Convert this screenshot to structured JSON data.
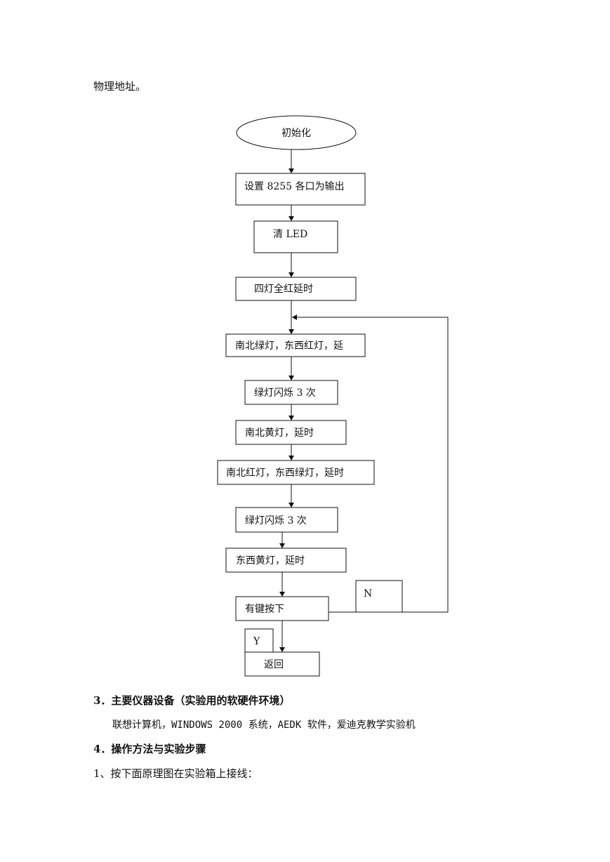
{
  "intro_text": "物理地址。",
  "flowchart": {
    "start": "初始化",
    "steps": [
      "设置 8255 各口为输出",
      "清 LED",
      "四灯全红延时",
      "南北绿灯，东西红灯，延",
      "绿灯闪烁 3 次",
      "南北黄灯，延时",
      "南北红灯，东西绿灯，延时",
      "绿灯闪烁 3 次",
      "东西黄灯，延时"
    ],
    "decision": "有键按下",
    "no_label": "N",
    "yes_label": "Y",
    "end": "返回"
  },
  "section3": {
    "heading": "3．主要仪器设备（实验用的软硬件环境）",
    "body": "联想计算机，WINDOWS 2000 系统，AEDK 软件，爱迪克教学实验机"
  },
  "section4": {
    "heading": "4．操作方法与实验步骤",
    "step1": "1、按下面原理图在实验箱上接线："
  }
}
